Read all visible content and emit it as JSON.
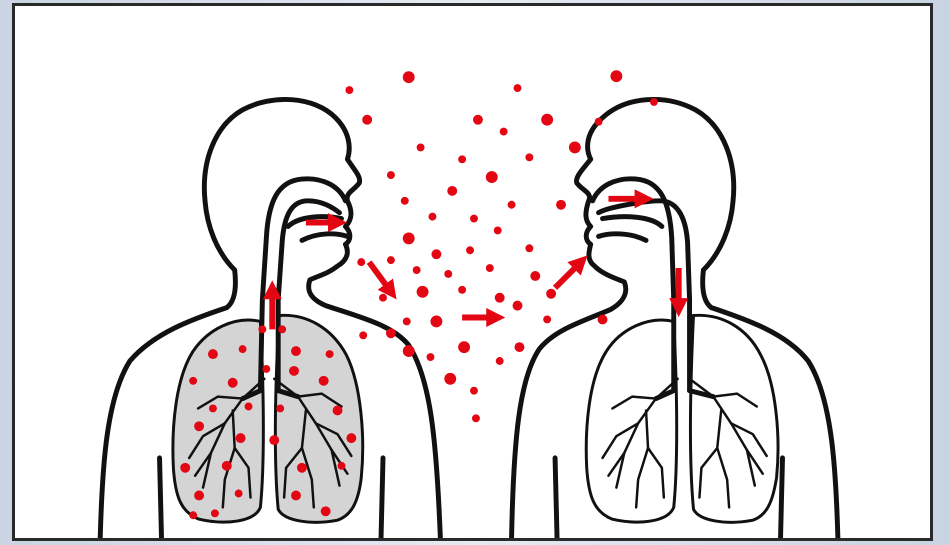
{
  "diagram": {
    "colors": {
      "outline": "#111111",
      "lung_infected": "#d4d4d4",
      "lung_healthy": "#ffffff",
      "droplet": "#e30613",
      "arrow": "#e30613",
      "frame_border": "#2a2a2a"
    },
    "figures": [
      {
        "role": "emitter",
        "lung_state": "infected",
        "icon": "human-respiratory-system-silhouette"
      },
      {
        "role": "receiver",
        "lung_state": "healthy",
        "icon": "human-respiratory-system-silhouette"
      }
    ],
    "arrows": [
      {
        "location": "emitter-mouth",
        "direction": "right"
      },
      {
        "location": "emitter-trachea",
        "direction": "up"
      },
      {
        "location": "emitter-chin",
        "direction": "down-right"
      },
      {
        "location": "midair",
        "direction": "right"
      },
      {
        "location": "receiver-chin",
        "direction": "up-right"
      },
      {
        "location": "receiver-nose",
        "direction": "right"
      },
      {
        "location": "receiver-trachea",
        "direction": "down"
      }
    ]
  }
}
